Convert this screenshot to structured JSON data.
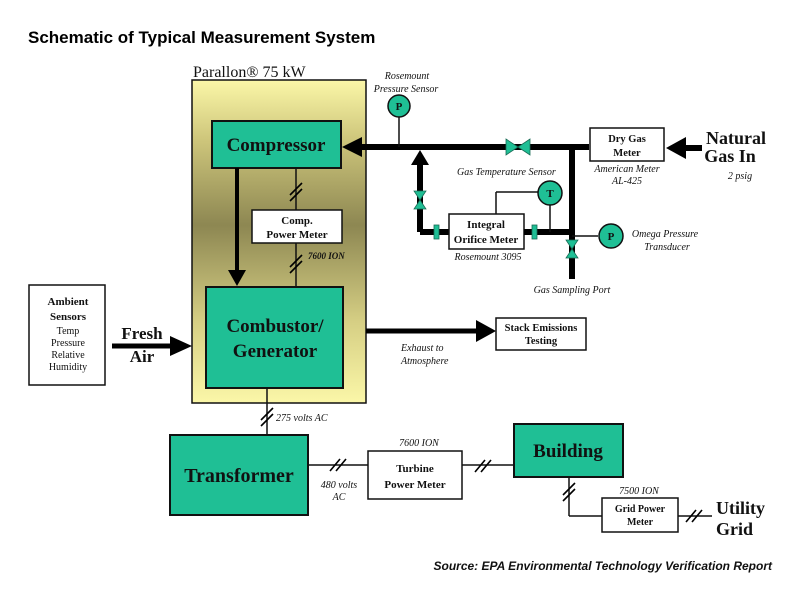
{
  "title": "Schematic of Typical Measurement System",
  "source": "Source:  EPA Environmental Technology Verification Report",
  "enclosure": {
    "label": "Parallon® 75 kW"
  },
  "blocks": {
    "compressor": "Compressor",
    "combustor_line1": "Combustor/",
    "combustor_line2": "Generator",
    "transformer": "Transformer",
    "building": "Building"
  },
  "meters": {
    "comp_power_line1": "Comp.",
    "comp_power_line2": "Power Meter",
    "comp_power_model": "7600 ION",
    "dry_gas_line1": "Dry Gas",
    "dry_gas_line2": "Meter",
    "dry_gas_model_line1": "American Meter",
    "dry_gas_model_line2": "AL-425",
    "orifice_line1": "Integral",
    "orifice_line2": "Orifice Meter",
    "orifice_model": "Rosemount 3095",
    "turbine_line1": "Turbine",
    "turbine_line2": "Power Meter",
    "turbine_model": "7600 ION",
    "grid_line1": "Grid Power",
    "grid_line2": "Meter",
    "grid_model": "7500 ION",
    "stack_line1": "Stack Emissions",
    "stack_line2": "Testing"
  },
  "sensors": {
    "rosemount_line1": "Rosemount",
    "rosemount_line2": "Pressure Sensor",
    "rosemount_symbol": "P",
    "gas_temp_label": "Gas Temperature Sensor",
    "gas_temp_symbol": "T",
    "omega_line1": "Omega Pressure",
    "omega_line2": "Transducer",
    "omega_symbol": "P",
    "gas_sampling": "Gas Sampling Port"
  },
  "ambient": {
    "line1": "Ambient",
    "line2": "Sensors",
    "items": [
      "Temp",
      "Pressure",
      "Relative",
      "Humidity"
    ]
  },
  "inputs": {
    "natural_gas_line1": "Natural",
    "natural_gas_line2": "Gas In",
    "natural_gas_pressure": "2 psig",
    "fresh_air_line1": "Fresh",
    "fresh_air_line2": "Air"
  },
  "annotations": {
    "exhaust_line1": "Exhaust to",
    "exhaust_line2": "Atmosphere",
    "volts_275": "275 volts AC",
    "volts_480_line1": "480 volts",
    "volts_480_line2": "AC",
    "utility_line1": "Utility",
    "utility_line2": "Grid"
  },
  "colors": {
    "block_green": "#1fbf95",
    "enclosure_yellow": "#f6f3a0",
    "enclosure_olive": "#8a8450"
  }
}
